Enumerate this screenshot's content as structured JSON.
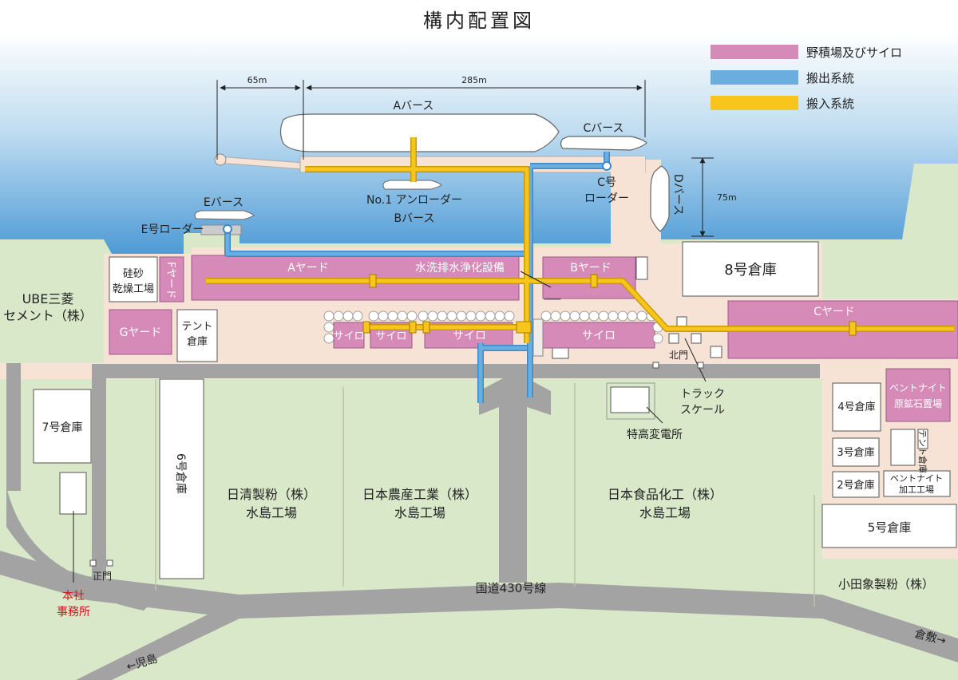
{
  "title": "構内配置図",
  "legend": [
    {
      "label": "野積場及びサイロ",
      "color": "#d58ab8"
    },
    {
      "label": "搬出系統",
      "color": "#6aaee0"
    },
    {
      "label": "搬入系統",
      "color": "#f7c51b"
    }
  ],
  "dimensions": {
    "d65": "65m",
    "d285": "285m",
    "d75": "75m"
  },
  "berths": {
    "a": "Aバース",
    "b": "Bバース",
    "c": "Cバース",
    "d": "Dバース",
    "e": "Eバース",
    "no1_unloader": "No.1 アンローダー",
    "c_loader_1": "C号",
    "c_loader_2": "ローダー",
    "e_loader": "E号ローダー"
  },
  "yards": {
    "a": "Aヤード",
    "b": "Bヤード",
    "c": "Cヤード",
    "f": "Fヤード",
    "g": "Gヤード",
    "silo": "サイロ",
    "water": "水洗排水浄化設備",
    "bentonite_ore": [
      "ベントナイト",
      "原鉱石置場"
    ]
  },
  "buildings": {
    "keisha": [
      "硅砂",
      "乾燥工場"
    ],
    "tent1": [
      "テント",
      "倉庫"
    ],
    "tent2": "テント倉庫",
    "w8": "8号倉庫",
    "w7": "7号倉庫",
    "w6": "6号倉庫",
    "w5": "5号倉庫",
    "w4": "4号倉庫",
    "w3": "3号倉庫",
    "w2": "2号倉庫",
    "bentonite_plant": [
      "ベントナイト",
      "加工工場"
    ],
    "substation": "特高変電所",
    "truck": [
      "トラック",
      "スケール"
    ],
    "kitamon": "北門",
    "seimon": "正門",
    "hq": [
      "本社",
      "事務所"
    ]
  },
  "companies": {
    "ube": [
      "UBE三菱",
      "セメント（株）"
    ],
    "nisshin": [
      "日清製粉（株）",
      "水島工場"
    ],
    "nihon_nosan": [
      "日本農産工業（株）",
      "水島工場"
    ],
    "nihon_shokuhin": [
      "日本食品化工（株）",
      "水島工場"
    ],
    "oda": "小田象製粉（株）"
  },
  "roads": {
    "route": "国道430号線",
    "kojima": "←児島",
    "kurashiki": "倉敷→"
  }
}
